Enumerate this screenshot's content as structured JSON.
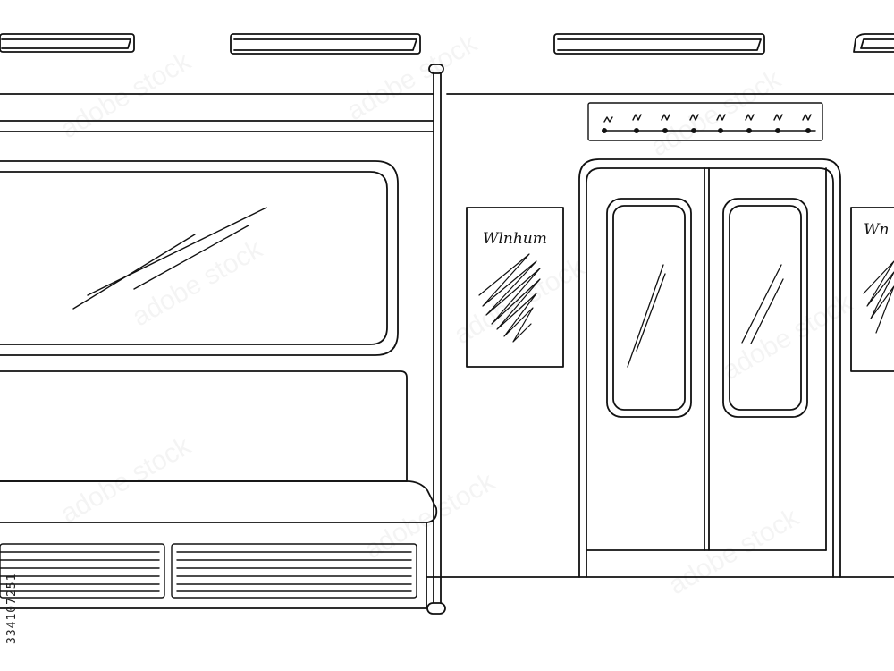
{
  "side_id": "334107251",
  "watermark_text": "adobe stock",
  "colors": {
    "ink": "#111111",
    "paper": "#ffffff"
  },
  "poster_left": {
    "heading": "Wlnhum"
  },
  "poster_right": {
    "heading": "Wn"
  },
  "icons": {
    "ceiling_lights": "light-panel-icon",
    "route_map": "route-map-icon",
    "grab_pole": "pole-icon"
  }
}
